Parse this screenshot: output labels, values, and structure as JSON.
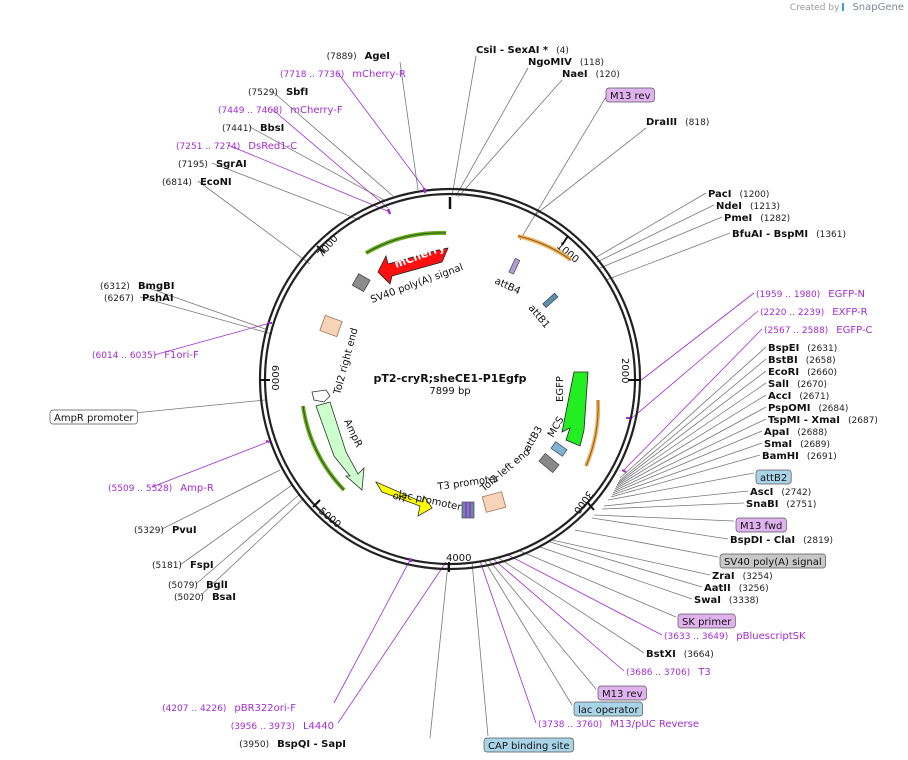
{
  "credit": {
    "created_by": "Created by",
    "brand": "SnapGene"
  },
  "plasmid": {
    "name": "pT2-cryR;sheCE1-P1Egfp",
    "length": "7899 bp"
  },
  "ticks": [
    "1000",
    "2000",
    "3000",
    "4000",
    "5000",
    "6000",
    "7000"
  ],
  "colors": {
    "feature_label": "#a22cd0",
    "enzyme_label": "#111111",
    "backbone": "#222222"
  },
  "labels": [
    {
      "id": "agei",
      "text": "AgeI",
      "num": "(7889)",
      "kind": "enzyme"
    },
    {
      "id": "csii",
      "text": "CsiI   - SexAI *",
      "num": "(4)",
      "kind": "enzyme"
    },
    {
      "id": "ngomiv",
      "text": "NgoMIV",
      "num": "(118)",
      "kind": "enzyme"
    },
    {
      "id": "naei",
      "text": "NaeI",
      "num": "(120)",
      "kind": "enzyme"
    },
    {
      "id": "m13rev_top",
      "text": "M13 rev",
      "kind": "box",
      "box_color": "#e0b3f0"
    },
    {
      "id": "draiii",
      "text": "DraIII",
      "num": "(818)",
      "kind": "enzyme"
    },
    {
      "id": "paci",
      "text": "PacI",
      "num": "(1200)",
      "kind": "enzyme"
    },
    {
      "id": "ndei",
      "text": "NdeI",
      "num": "(1213)",
      "kind": "enzyme"
    },
    {
      "id": "pmei",
      "text": "PmeI",
      "num": "(1282)",
      "kind": "enzyme"
    },
    {
      "id": "bfuai",
      "text": "BfuAI   - BspMI",
      "num": "(1361)",
      "kind": "enzyme"
    },
    {
      "id": "egfpn",
      "text": "EGFP-N",
      "num": "(1959 .. 1980)",
      "kind": "feature"
    },
    {
      "id": "exfpr",
      "text": "EXFP-R",
      "num": "(2220 .. 2239)",
      "kind": "feature"
    },
    {
      "id": "egfpc",
      "text": "EGFP-C",
      "num": "(2567 .. 2588)",
      "kind": "feature"
    },
    {
      "id": "bspei",
      "text": "BspEI",
      "num": "(2631)",
      "kind": "enzyme"
    },
    {
      "id": "bstbi",
      "text": "BstBI",
      "num": "(2658)",
      "kind": "enzyme"
    },
    {
      "id": "ecori",
      "text": "EcoRI",
      "num": "(2660)",
      "kind": "enzyme"
    },
    {
      "id": "sali",
      "text": "SalI",
      "num": "(2670)",
      "kind": "enzyme"
    },
    {
      "id": "acci",
      "text": "AccI",
      "num": "(2671)",
      "kind": "enzyme"
    },
    {
      "id": "pspomi",
      "text": "PspOMI",
      "num": "(2684)",
      "kind": "enzyme"
    },
    {
      "id": "tspmi",
      "text": "TspMI   - XmaI",
      "num": "(2687)",
      "kind": "enzyme"
    },
    {
      "id": "apai",
      "text": "ApaI",
      "num": "(2688)",
      "kind": "enzyme"
    },
    {
      "id": "smai",
      "text": "SmaI",
      "num": "(2689)",
      "kind": "enzyme"
    },
    {
      "id": "bamhi",
      "text": "BamHI",
      "num": "(2691)",
      "kind": "enzyme"
    },
    {
      "id": "attb2",
      "text": "attB2",
      "kind": "box",
      "box_color": "#a9d4e8"
    },
    {
      "id": "asci",
      "text": "AscI",
      "num": "(2742)",
      "kind": "enzyme"
    },
    {
      "id": "snabi",
      "text": "SnaBI",
      "num": "(2751)",
      "kind": "enzyme"
    },
    {
      "id": "m13fwd",
      "text": "M13 fwd",
      "kind": "box",
      "box_color": "#e0b3f0"
    },
    {
      "id": "bspdi",
      "text": "BspDI   - ClaI",
      "num": "(2819)",
      "kind": "enzyme"
    },
    {
      "id": "sv40_right",
      "text": "SV40 poly(A) signal",
      "kind": "box",
      "box_color": "#c8c8c8"
    },
    {
      "id": "zrai",
      "text": "ZraI",
      "num": "(3254)",
      "kind": "enzyme"
    },
    {
      "id": "aatii",
      "text": "AatII",
      "num": "(3256)",
      "kind": "enzyme"
    },
    {
      "id": "swai",
      "text": "SwaI",
      "num": "(3338)",
      "kind": "enzyme"
    },
    {
      "id": "skprimer",
      "text": "SK primer",
      "kind": "box",
      "box_color": "#e0b3f0"
    },
    {
      "id": "pbluescriptsk",
      "text": "pBluescriptSK",
      "num": "(3633 .. 3649)",
      "kind": "feature"
    },
    {
      "id": "bstxi",
      "text": "BstXI",
      "num": "(3664)",
      "kind": "enzyme"
    },
    {
      "id": "t3",
      "text": "T3",
      "num": "(3686 .. 3706)",
      "kind": "feature"
    },
    {
      "id": "m13rev_bot",
      "text": "M13 rev",
      "kind": "box",
      "box_color": "#e0b3f0"
    },
    {
      "id": "lacop",
      "text": "lac operator",
      "kind": "box",
      "box_color": "#a9d4e8"
    },
    {
      "id": "m13puc",
      "text": "M13/pUC Reverse",
      "num": "(3738 .. 3760)",
      "kind": "feature"
    },
    {
      "id": "capsite",
      "text": "CAP binding site",
      "kind": "box",
      "box_color": "#a9d4e8"
    },
    {
      "id": "bspqi",
      "text": "BspQI   - SapI",
      "num": "(3950)",
      "kind": "enzyme"
    },
    {
      "id": "l4440",
      "text": "L4440",
      "num": "(3956 .. 3973)",
      "kind": "feature"
    },
    {
      "id": "pbr322",
      "text": "pBR322ori-F",
      "num": "(4207 .. 4226)",
      "kind": "feature"
    },
    {
      "id": "bsai",
      "text": "BsaI",
      "num": "(5020)",
      "kind": "enzyme"
    },
    {
      "id": "bgli",
      "text": "BglI",
      "num": "(5079)",
      "kind": "enzyme"
    },
    {
      "id": "fspi",
      "text": "FspI",
      "num": "(5181)",
      "kind": "enzyme"
    },
    {
      "id": "pvui",
      "text": "PvuI",
      "num": "(5329)",
      "kind": "enzyme"
    },
    {
      "id": "ampr_primer",
      "text": "Amp-R",
      "num": "(5509 .. 5528)",
      "kind": "feature"
    },
    {
      "id": "amppromoter",
      "text": "AmpR promoter",
      "kind": "box",
      "box_color": "#ffffff"
    },
    {
      "id": "f1orif",
      "text": "F1ori-F",
      "num": "(6014 .. 6035)",
      "kind": "feature"
    },
    {
      "id": "pshai",
      "text": "PshAI",
      "num": "(6267)",
      "kind": "enzyme"
    },
    {
      "id": "bmgbi",
      "text": "BmgBI",
      "num": "(6312)",
      "kind": "enzyme"
    },
    {
      "id": "econi",
      "text": "EcoNI",
      "num": "(6814)",
      "kind": "enzyme"
    },
    {
      "id": "sgrai",
      "text": "SgrAI",
      "num": "(7195)",
      "kind": "enzyme"
    },
    {
      "id": "dsred1c",
      "text": "DsRed1-C",
      "num": "(7251 .. 7274)",
      "kind": "feature"
    },
    {
      "id": "bbsi",
      "text": "BbsI",
      "num": "(7441)",
      "kind": "enzyme"
    },
    {
      "id": "mcherryf",
      "text": "mCherry-F",
      "num": "(7449 .. 7468)",
      "kind": "feature"
    },
    {
      "id": "sbfi",
      "text": "SbfI",
      "num": "(7529)",
      "kind": "enzyme"
    },
    {
      "id": "mcherryr",
      "text": "mCherry-R",
      "num": "(7718 .. 7736)",
      "kind": "feature"
    }
  ],
  "inner_features": [
    {
      "id": "mcherry",
      "text": "mCherry",
      "color": "#ff1a1a"
    },
    {
      "id": "sv40_inner",
      "text": "SV40 poly(A) signal",
      "color": "#999999"
    },
    {
      "id": "attb4",
      "text": "attB4",
      "color": "#5b8fb0"
    },
    {
      "id": "attb1",
      "text": "attB1",
      "color": "#5b8fb0"
    },
    {
      "id": "egfp",
      "text": "EGFP",
      "color": "#22ee22"
    },
    {
      "id": "mcs",
      "text": "MCS",
      "color": "#cccccc"
    },
    {
      "id": "attb3",
      "text": "attB3",
      "color": "#5b8fb0"
    },
    {
      "id": "tol2left",
      "text": "Tol2 left end",
      "color": "#f7d3b8"
    },
    {
      "id": "t3promoter",
      "text": "T3 promoter",
      "color": "#ffffff"
    },
    {
      "id": "lacpromoter",
      "text": "lac promoter",
      "color": "#ffffff"
    },
    {
      "id": "ori",
      "text": "ori",
      "color": "#ffff00"
    },
    {
      "id": "ampr",
      "text": "AmpR",
      "color": "#ccffcc"
    },
    {
      "id": "tol2right",
      "text": "Tol2 right end",
      "color": "#f7d3b8"
    }
  ]
}
